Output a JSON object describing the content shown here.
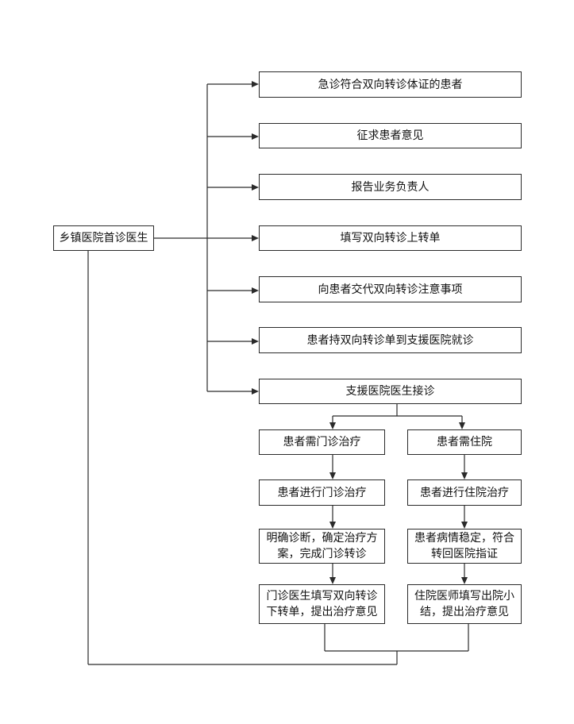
{
  "flowchart": {
    "origin": "乡镇医院首诊医生",
    "steps": [
      "急诊符合双向转诊体证的患者",
      "征求患者意见",
      "报告业务负责人",
      "填写双向转诊上转单",
      "向患者交代双向转诊注意事项",
      "患者持双向转诊单到支援医院就诊",
      "支援医院医生接诊"
    ],
    "outpatient_branch": [
      "患者需门诊治疗",
      "患者进行门诊治疗",
      "明确诊断，确定治疗方案，完成门诊转诊",
      "门诊医生填写双向转诊下转单，提出治疗意见"
    ],
    "inpatient_branch": [
      "患者需住院",
      "患者进行住院治疗",
      "患者病情稳定，符合转回医院指证",
      "住院医师填写出院小结，提出治疗意见"
    ]
  }
}
